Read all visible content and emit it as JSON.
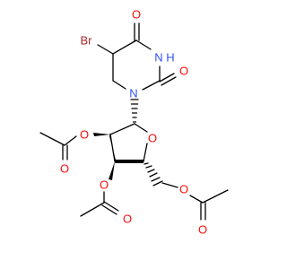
{
  "molecule": {
    "atoms": {
      "br": "Br",
      "o_c4": "O",
      "n3": "N",
      "h3": "H",
      "o_c2": "O",
      "n1": "N",
      "o_ring": "O",
      "o_2p": "O",
      "o_2p_carbonyl": "O",
      "o_3p": "O",
      "o_3p_carbonyl": "O",
      "o_5p": "O",
      "o_5p_carbonyl": "O"
    },
    "colors": {
      "bond": "#000000",
      "oxygen": "#ff0d0d",
      "nitrogen": "#3050f8",
      "bromine": "#a62929"
    }
  }
}
